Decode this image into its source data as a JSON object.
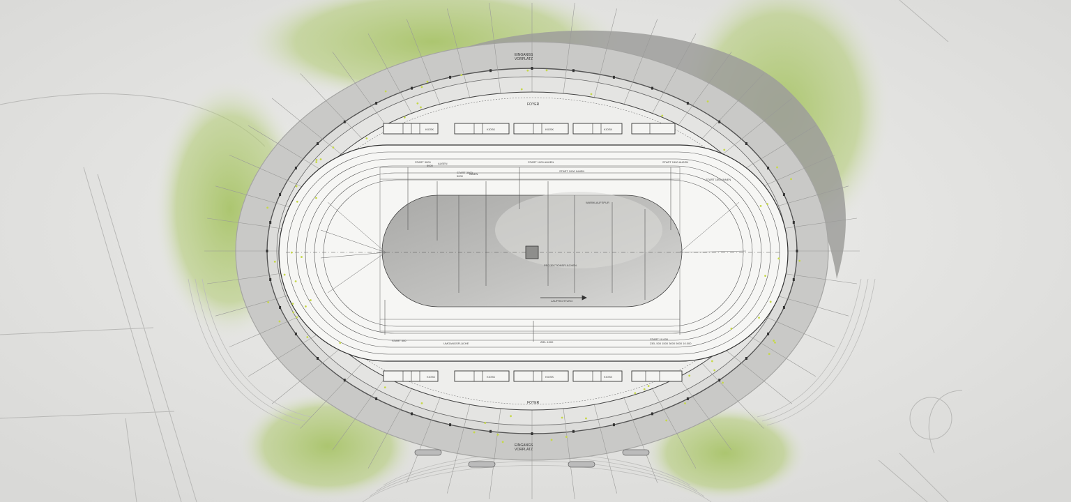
{
  "labels": {
    "entrance_top_1": "EINGANGS",
    "entrance_top_2": "VORPLATZ",
    "entrance_bottom_1": "EINGANGS",
    "entrance_bottom_2": "VORPLATZ",
    "foyer_top": "FOYER",
    "foyer_bottom": "FOYER",
    "start_3000_aussen": "START 3000",
    "start_3000_5000_a": "5000",
    "aussen_short": "AUßEN",
    "start_3000_5000_innen": "START 3000",
    "start_5000_b": "5000",
    "innen_short": "INNEN",
    "start_1000_aussen_top": "START 1000 AUßEN",
    "start_1000_innen": "START 1000 INNEN",
    "start_1500_aussen": "START 1500 AUßEN",
    "start_1500_innen": "START 1500 INNEN",
    "warmup": "WARMLAUFSPUR",
    "projection": "PROJEKTIONSFLÄCHEN",
    "direction": "LAUFRICHTUNG",
    "start_500": "START 500",
    "circulation": "UMGANGSFLÄCHE",
    "finish_1000": "ZIEL 1000",
    "start_10000": "START 10.000",
    "finish_all": "ZIEL 500 1500 3000 5000 10.000",
    "kiosk": "KIOSK"
  },
  "colors": {
    "background": "#e8e8e6",
    "grass": "#a9c46a",
    "paving": "#c9c9c7",
    "roof_shadow": "#9d9d9b",
    "track_white": "#f6f6f4",
    "infield": "#c4c4c2",
    "line": "#555555",
    "accent_yellow": "#c6d84a"
  }
}
